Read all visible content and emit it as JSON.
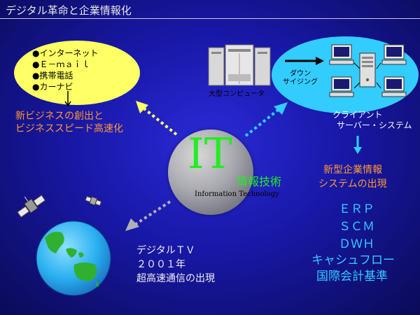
{
  "header": {
    "title": "デジタル革命と企業情報化"
  },
  "colors": {
    "background": "#1818a8",
    "yellow": "#ffff66",
    "cyan": "#33ccff",
    "orange": "#ff9933",
    "green": "#22ee22"
  },
  "top_left": {
    "bullets": [
      "●インターネット",
      "●Ｅ－ｍａｉｌ",
      "●携帯電話",
      "●カーナビ"
    ],
    "result_lines": [
      "新ビジネスの創出と",
      "ビジネススピード高速化"
    ]
  },
  "center": {
    "it": "IT",
    "japanese": "情報技術",
    "english": "Information Technology"
  },
  "top_right": {
    "mainframe_label": "大型コンピュータ",
    "downsizing_lines": [
      "ダウン",
      "サイジング"
    ],
    "client_server_lines": [
      "クライアント",
      "サーバー・システム"
    ],
    "new_system_lines": [
      "新型企業情報",
      "システムの出現"
    ],
    "acronyms": [
      "ＥＲＰ",
      "ＳＣＭ",
      "ＤＷＨ",
      "キャシュフロー",
      "国際会計基準"
    ]
  },
  "bottom_left": {
    "lines": [
      "デジタルＴＶ",
      "２００１年",
      "超高速通信の出現"
    ]
  },
  "icons": [
    "satellite-icon",
    "earth-globe-icon",
    "mainframe-computer-icon",
    "client-pc-icon",
    "server-tower-icon"
  ]
}
